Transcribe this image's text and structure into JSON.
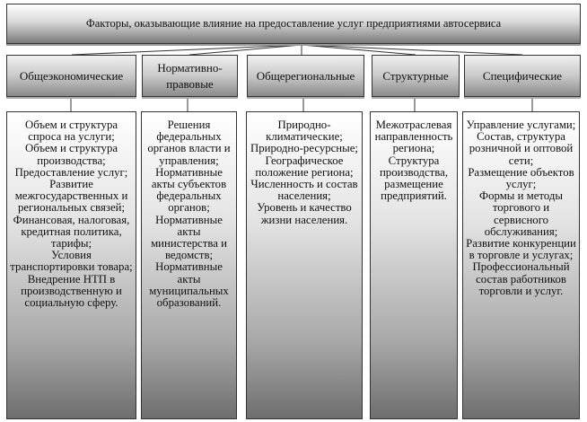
{
  "title": "Факторы, оказывающие влияние на предоставление услуг предприятиями автосервиса",
  "categories": [
    {
      "label": "Общеэкономические",
      "items": [
        "Объем и структура спроса на услуги;",
        "Объем и структура производства;",
        "Предоставление услуг;",
        "Развитие межгосударственных и региональных связей;",
        "Финансовая, налоговая, кредитная политика, тарифы;",
        "Условия транспортировки товара;",
        "Внедрение НТП в производственную и социальную сферу."
      ]
    },
    {
      "label": "Нормативно-правовые",
      "items": [
        "Решения федеральных органов власти и управления;",
        "Нормативные акты субъектов федеральных органов;",
        "Нормативные акты министерства и ведомств;",
        "Нормативные акты муниципальных образований."
      ]
    },
    {
      "label": "Общерегиональные",
      "items": [
        "Природно-климатические;",
        "Природно-ресурсные;",
        "Географическое положение региона;",
        "Численность и состав населения;",
        "Уровень и качество жизни населения."
      ]
    },
    {
      "label": "Структурные",
      "items": [
        "Межотраслевая направленность региона;",
        "Структура производства, размещение предприятий."
      ]
    },
    {
      "label": "Специфические",
      "items": [
        "Управление услугами;",
        "Состав, структура розничной и оптовой сети;",
        "Размещение объектов услуг;",
        "Формы и методы торгового и сервисного обслуживания;",
        "Развитие конкуренции в торговле и услугах;",
        "Профессиональный состав работников торговли и услуг."
      ]
    }
  ]
}
